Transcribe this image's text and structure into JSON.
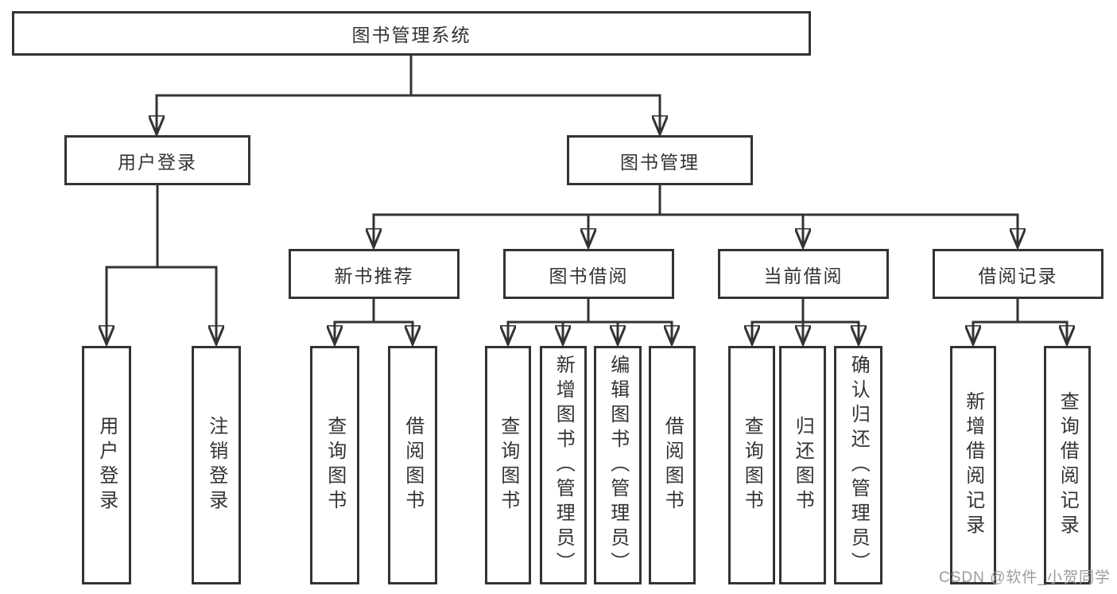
{
  "tree": {
    "root": {
      "label": "图书管理系统"
    },
    "branches": [
      {
        "label": "用户登录",
        "children": [
          {
            "label": "用户登录"
          },
          {
            "label": "注销登录"
          }
        ]
      },
      {
        "label": "图书管理",
        "children": [
          {
            "label": "新书推荐",
            "children": [
              {
                "label": "查询图书"
              },
              {
                "label": "借阅图书"
              }
            ]
          },
          {
            "label": "图书借阅",
            "children": [
              {
                "label": "查询图书"
              },
              {
                "label": "新增图书（管理员）"
              },
              {
                "label": "编辑图书（管理员）"
              },
              {
                "label": "借阅图书"
              }
            ]
          },
          {
            "label": "当前借阅",
            "children": [
              {
                "label": "查询图书"
              },
              {
                "label": "归还图书"
              },
              {
                "label": "确认归还（管理员）"
              }
            ]
          },
          {
            "label": "借阅记录",
            "children": [
              {
                "label": "新增借阅记录"
              },
              {
                "label": "查询借阅记录"
              }
            ]
          }
        ]
      }
    ]
  },
  "watermark": {
    "text": "CSDN @软件_小贺同学"
  },
  "colors": {
    "line": "#333333",
    "text": "#333333",
    "background": "#ffffff",
    "watermark": "#9c9c9c"
  }
}
